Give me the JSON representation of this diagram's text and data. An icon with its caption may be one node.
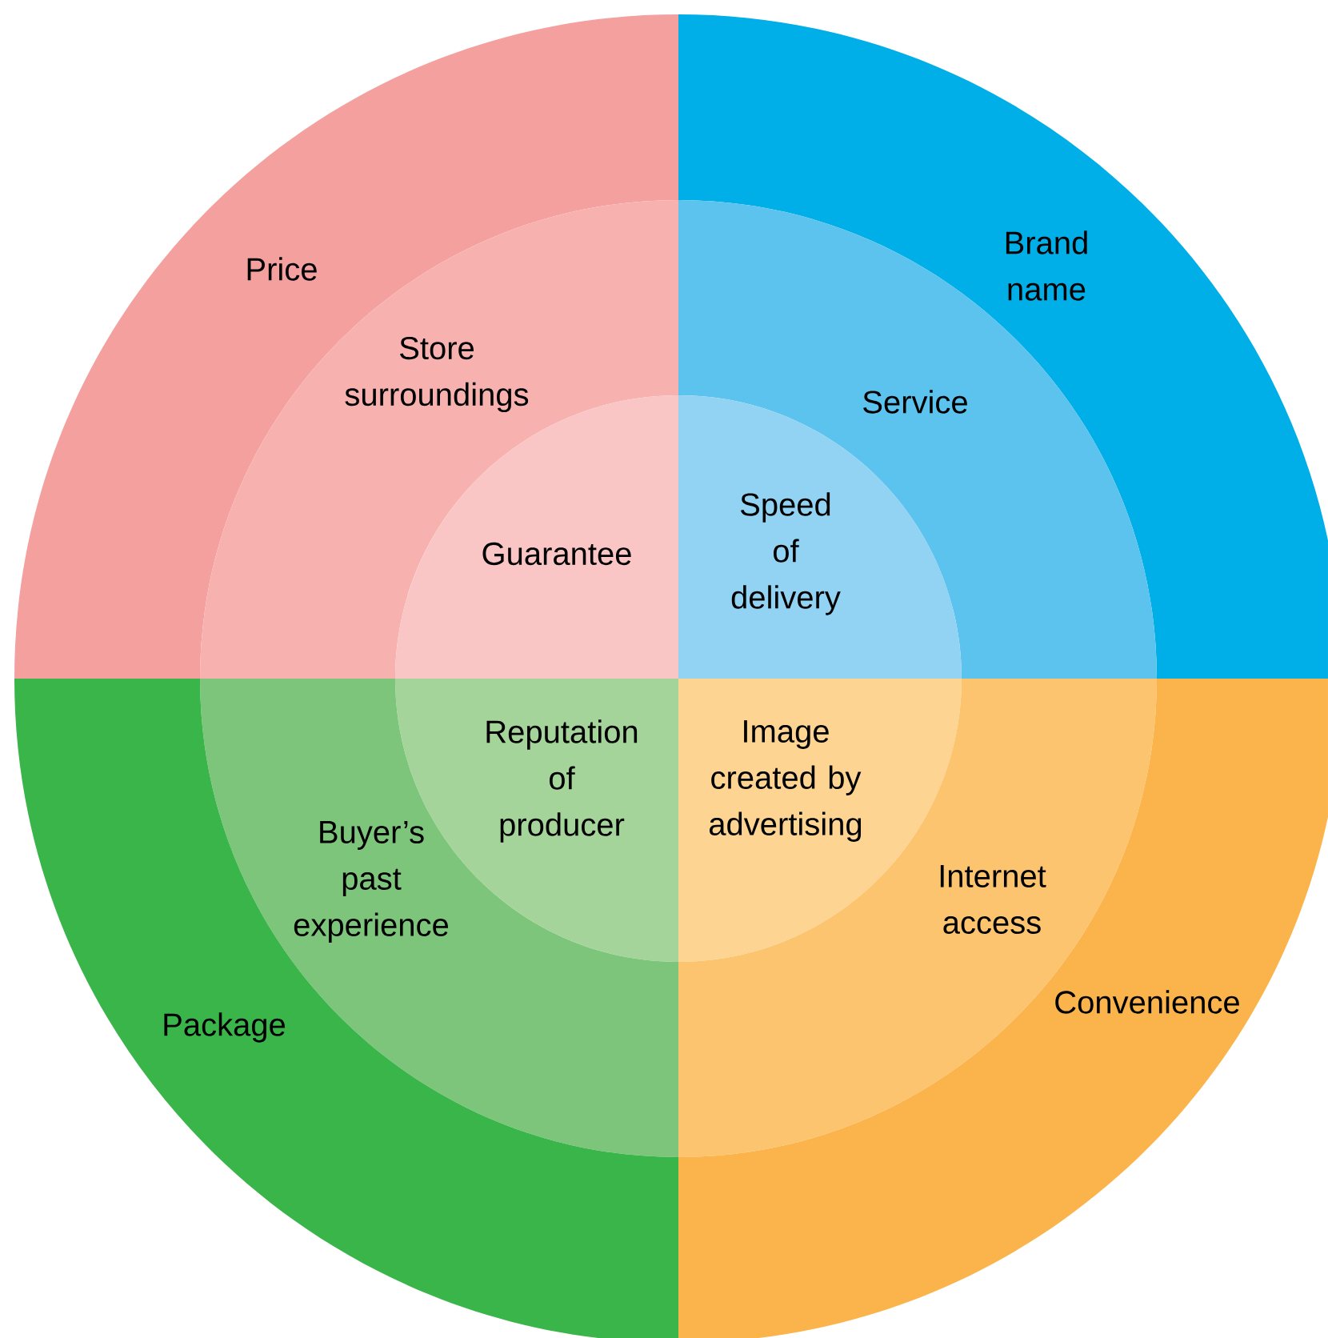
{
  "diagram": {
    "nodes": [
      {
        "text": [
          "Price"
        ]
      },
      {
        "text": [
          "Brand name"
        ]
      },
      {
        "text": [
          "Store surroundings"
        ]
      },
      {
        "text": [
          "Service"
        ]
      },
      {
        "text": [
          "Guarantee"
        ]
      },
      {
        "text": [
          "Speed of delivery"
        ]
      },
      {
        "text": [
          "Reputation of producer"
        ]
      },
      {
        "text": [
          "Image created by advertising"
        ]
      },
      {
        "text": [
          "Buyer’s past experience"
        ]
      },
      {
        "text": [
          "Internet access"
        ]
      },
      {
        "text": [
          "Package"
        ]
      },
      {
        "text": [
          "Convenience"
        ]
      }
    ]
  }
}
